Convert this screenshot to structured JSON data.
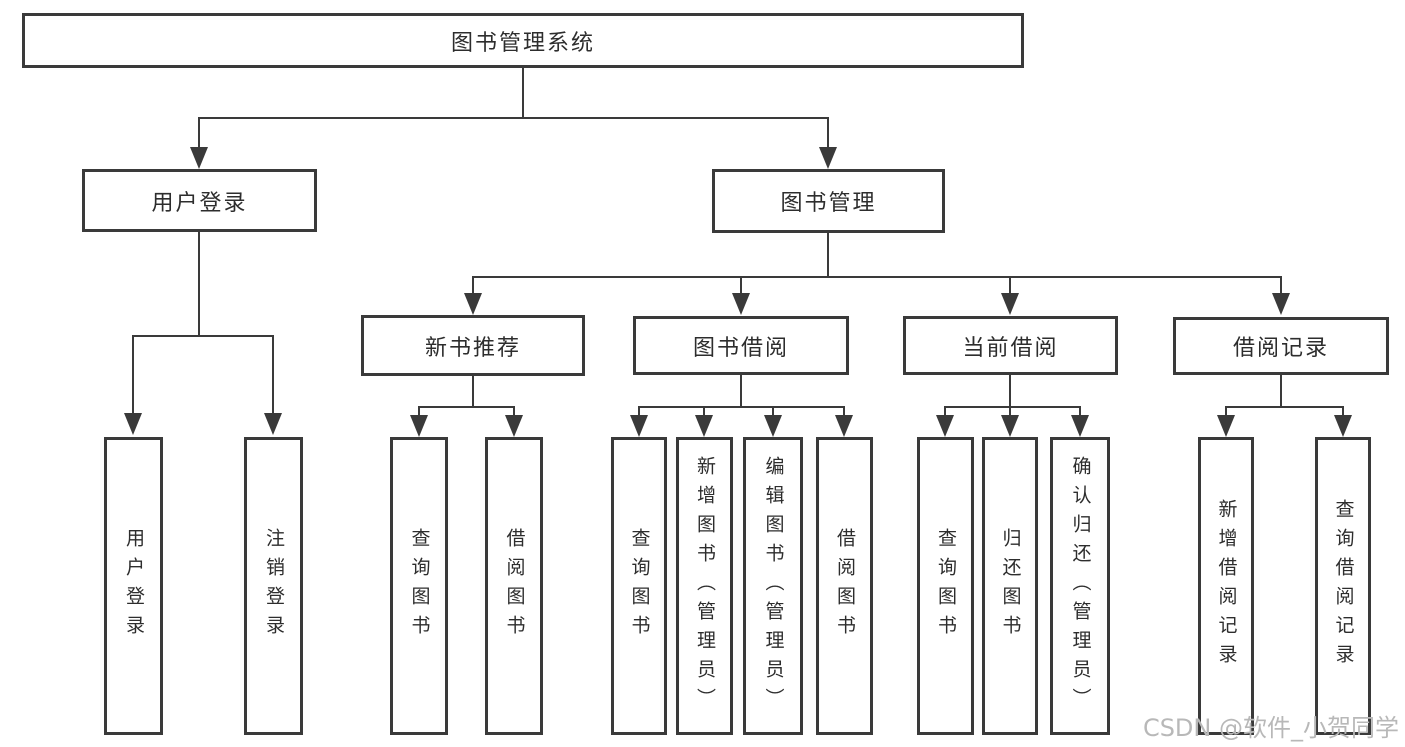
{
  "diagram": {
    "root": {
      "label": "图书管理系统"
    },
    "branches": {
      "user_login": {
        "label": "用户登录",
        "children": {
          "login": {
            "label": "用户登录"
          },
          "logout": {
            "label": "注销登录"
          }
        }
      },
      "book_mgmt": {
        "label": "图书管理",
        "children": {
          "new_book_rec": {
            "label": "新书推荐",
            "children": {
              "query_books": {
                "label": "查询图书"
              },
              "borrow_books": {
                "label": "借阅图书"
              }
            }
          },
          "book_borrow": {
            "label": "图书借阅",
            "children": {
              "query_books": {
                "label": "查询图书"
              },
              "add_book": {
                "label": "新增图书（管理员）"
              },
              "edit_book": {
                "label": "编辑图书（管理员）"
              },
              "borrow_books": {
                "label": "借阅图书"
              }
            }
          },
          "current_borrow": {
            "label": "当前借阅",
            "children": {
              "query_books": {
                "label": "查询图书"
              },
              "return_book": {
                "label": "归还图书"
              },
              "confirm_return": {
                "label": "确认归还（管理员）"
              }
            }
          },
          "borrow_record": {
            "label": "借阅记录",
            "children": {
              "add_record": {
                "label": "新增借阅记录"
              },
              "query_record": {
                "label": "查询借阅记录"
              }
            }
          }
        }
      }
    }
  },
  "watermark": {
    "label": "CSDN @软件_小贺同学"
  },
  "colors": {
    "line": "#3a3a3a",
    "text": "#2d2d2d",
    "watermark": "#b8b8b8",
    "background": "#ffffff"
  }
}
